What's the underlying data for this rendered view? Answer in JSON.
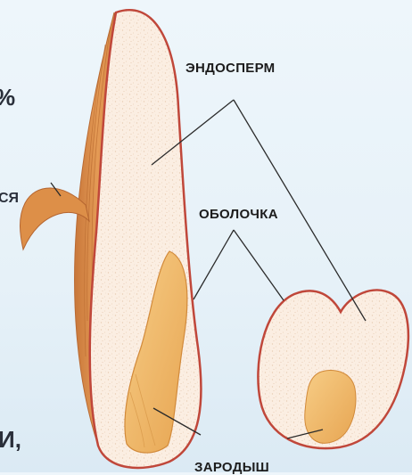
{
  "labels": {
    "endosperm": "ЭНДОСПЕРМ",
    "shell": "ОБОЛОЧКА",
    "embryo": "ЗАРОДЫШ"
  },
  "edge_fragments": {
    "percent": "%",
    "sya": "СЯ",
    "i_comma": "И,"
  },
  "colors": {
    "background": "#e8f2f9",
    "shell_outline": "#c0473a",
    "husk": "#d98a45",
    "endosperm": "#fbefe3",
    "embryo": "#f0b665",
    "leader_lines": "#2b2b2b"
  }
}
